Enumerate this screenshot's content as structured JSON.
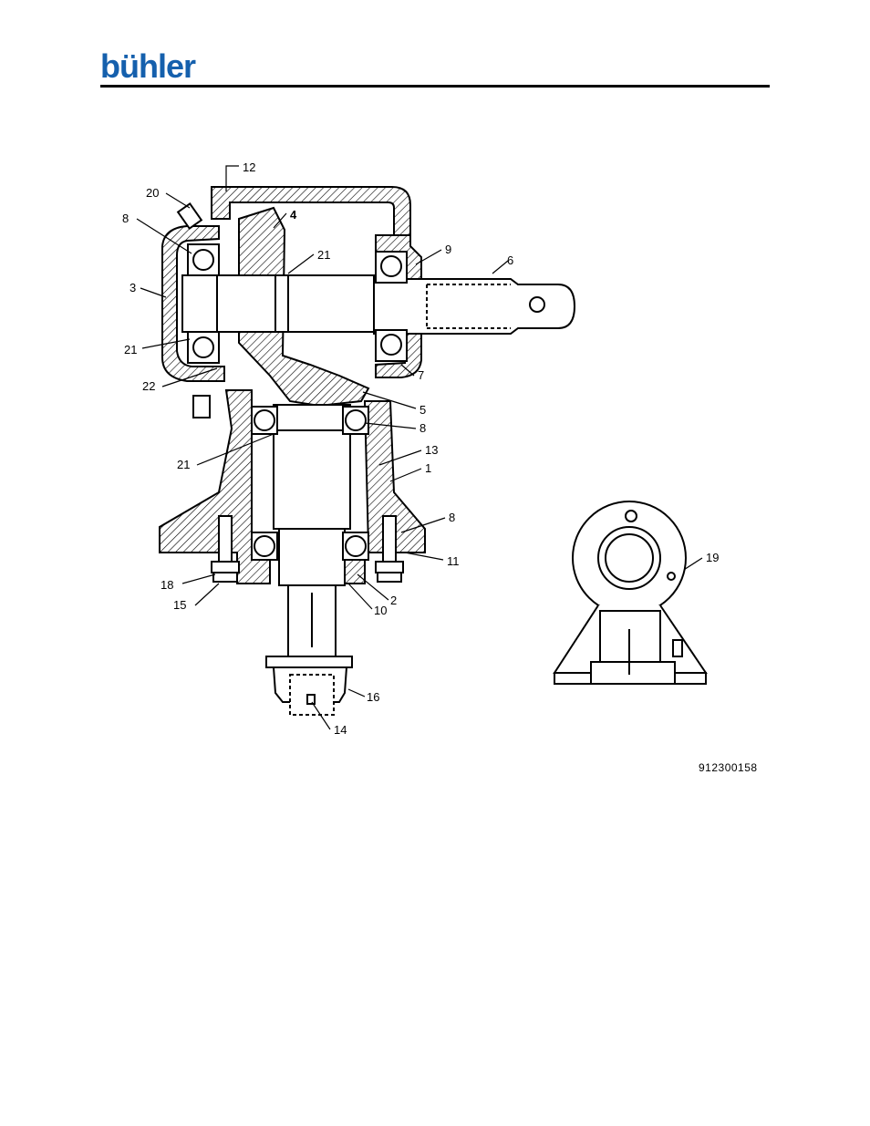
{
  "header": {
    "logo_text": "bühler"
  },
  "colors": {
    "brand": "#1560ad",
    "line": "#000000"
  },
  "drawing": {
    "number": "912300158",
    "callouts": [
      {
        "id": "c12",
        "label": "12"
      },
      {
        "id": "c20",
        "label": "20"
      },
      {
        "id": "c4",
        "label": "4"
      },
      {
        "id": "c8a",
        "label": "8"
      },
      {
        "id": "c21a",
        "label": "21"
      },
      {
        "id": "c9",
        "label": "9"
      },
      {
        "id": "c6",
        "label": "6"
      },
      {
        "id": "c3",
        "label": "3"
      },
      {
        "id": "c21b",
        "label": "21"
      },
      {
        "id": "c22",
        "label": "22"
      },
      {
        "id": "c7",
        "label": "7"
      },
      {
        "id": "c5",
        "label": "5"
      },
      {
        "id": "c8b",
        "label": "8"
      },
      {
        "id": "c21c",
        "label": "21"
      },
      {
        "id": "c13",
        "label": "13"
      },
      {
        "id": "c1",
        "label": "1"
      },
      {
        "id": "c8c",
        "label": "8"
      },
      {
        "id": "c11",
        "label": "11"
      },
      {
        "id": "c18",
        "label": "18"
      },
      {
        "id": "c15",
        "label": "15"
      },
      {
        "id": "c2",
        "label": "2"
      },
      {
        "id": "c10",
        "label": "10"
      },
      {
        "id": "c16",
        "label": "16"
      },
      {
        "id": "c14",
        "label": "14"
      },
      {
        "id": "c19",
        "label": "19"
      }
    ]
  }
}
